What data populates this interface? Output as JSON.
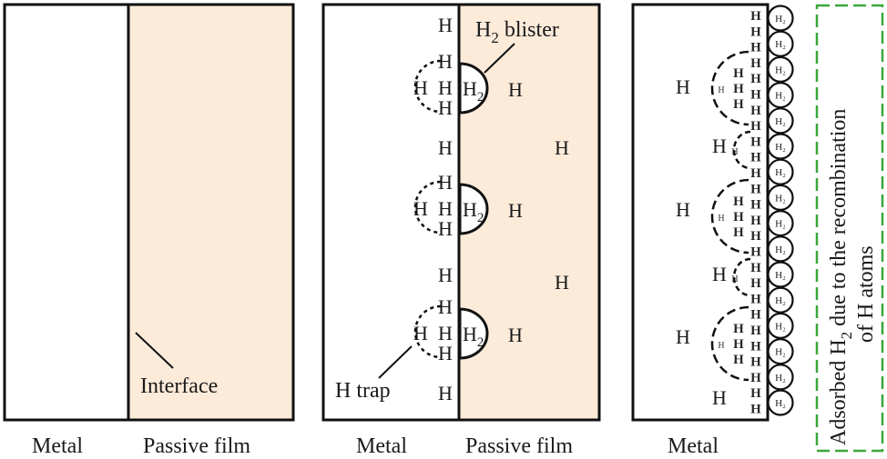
{
  "colors": {
    "passive_film_fill": "#fdebda",
    "outline": "#111111",
    "annotation_box": "#3aa63a",
    "metal_fill": "#ffffff"
  },
  "panels": [
    {
      "id": "initial-state",
      "labels": {
        "left": "Metal",
        "right": "Passive film"
      },
      "annotations": {
        "interface": "Interface"
      }
    },
    {
      "id": "blister-formation",
      "labels": {
        "left": "Metal",
        "right": "Passive film"
      },
      "annotations": {
        "blister_prefix": "H",
        "blister_sub": "2",
        "blister_suffix": " blister",
        "trap": "H trap"
      },
      "atom_symbol": "H",
      "molecule": {
        "main": "H",
        "sub": "2"
      },
      "blister_count": 3
    },
    {
      "id": "film-removed",
      "labels": {
        "left": "Metal"
      },
      "atom_symbol": "H",
      "adsorbed_molecule_label": "H₂",
      "adsorbed_molecule_count": 16
    }
  ],
  "legend_box": {
    "line1_prefix": "Adsorbed H",
    "line1_sub": "2",
    "line1_suffix": " due to the recombination",
    "line2": "of H atoms"
  }
}
